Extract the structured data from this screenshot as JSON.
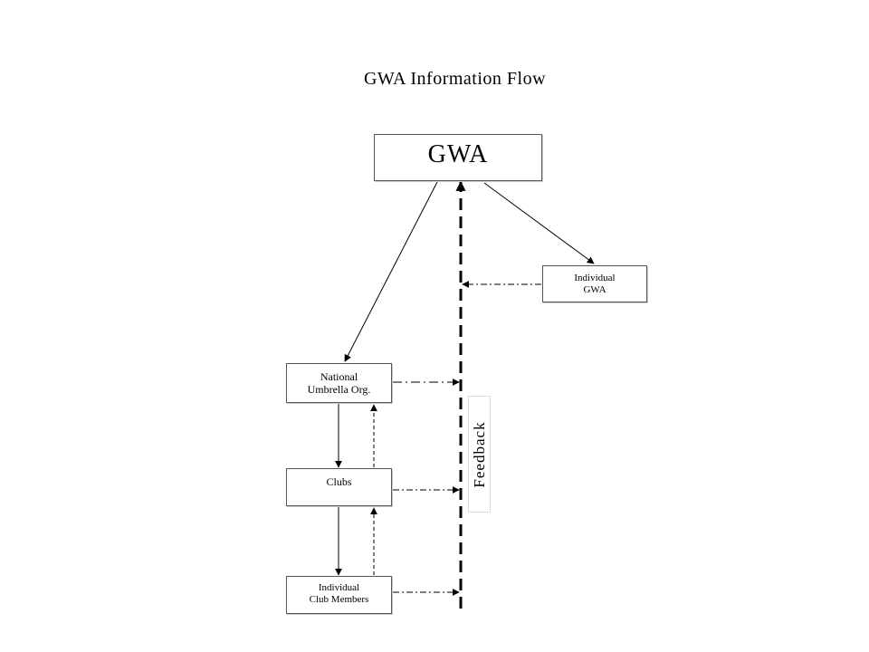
{
  "title": "GWA Information Flow",
  "nodes": {
    "gwa": "GWA",
    "individual_gwa": "Individual\nGWA",
    "national": "National\nUmbrella Org.",
    "clubs": "Clubs",
    "members": "Individual\nClub Members"
  },
  "feedback_label": "Feedback"
}
